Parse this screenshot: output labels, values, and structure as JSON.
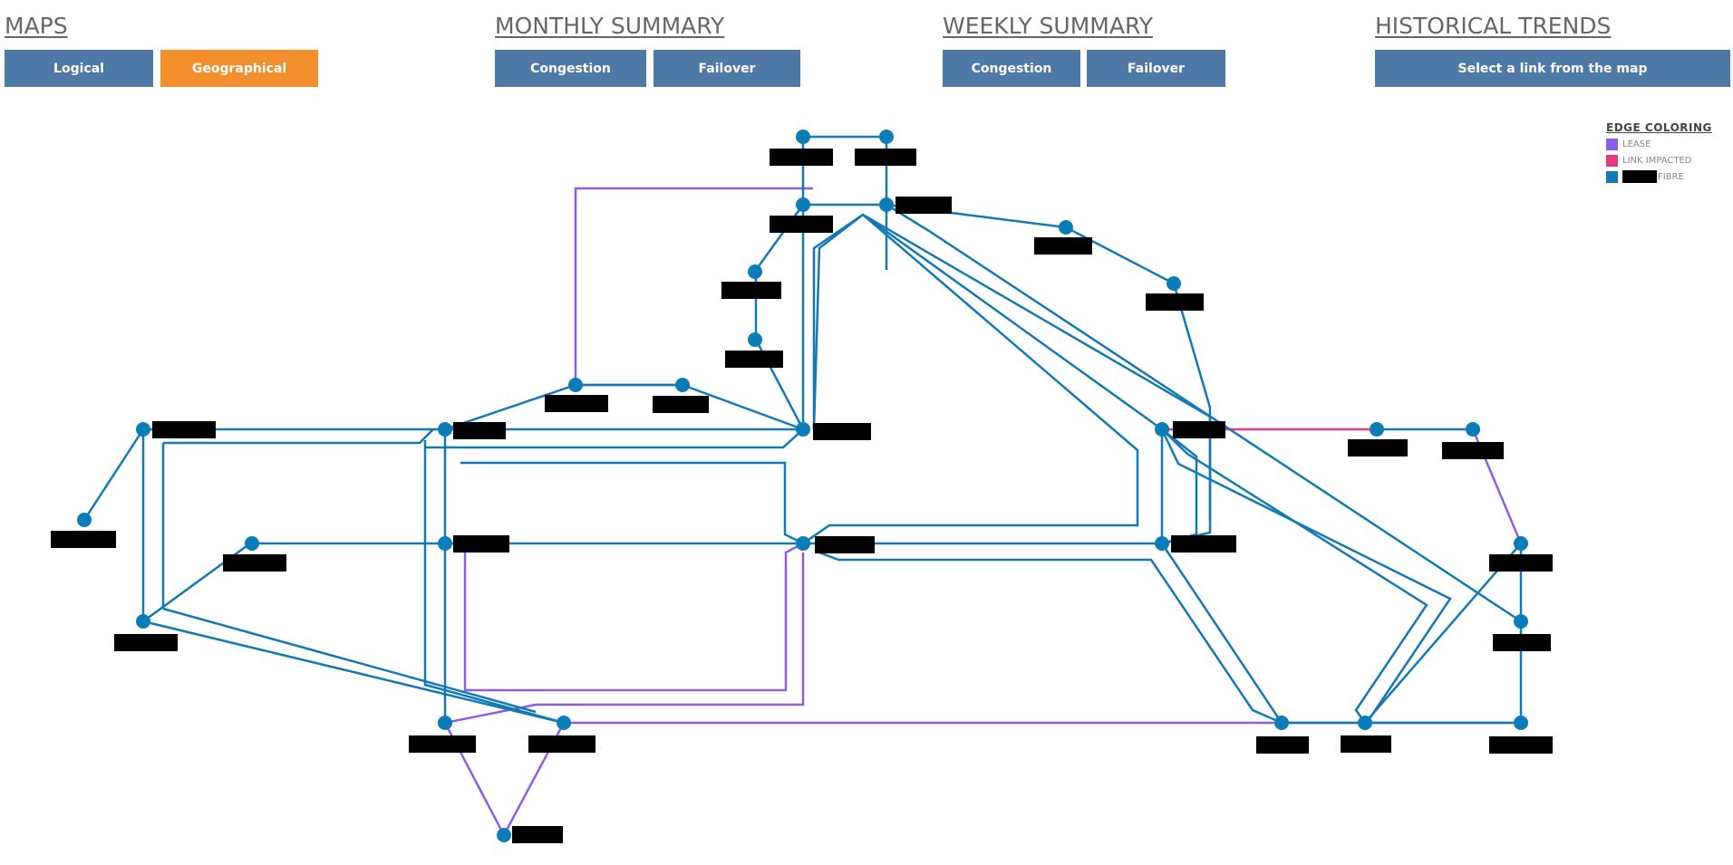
{
  "sections": {
    "maps": {
      "title": "MAPS",
      "buttons": {
        "logical": "Logical",
        "geographical": "Geographical"
      }
    },
    "monthly": {
      "title": "MONTHLY SUMMARY",
      "buttons": {
        "congestion": "Congestion",
        "failover": "Failover"
      }
    },
    "weekly": {
      "title": "WEEKLY SUMMARY",
      "buttons": {
        "congestion": "Congestion",
        "failover": "Failover"
      }
    },
    "historical": {
      "title": "HISTORICAL TRENDS",
      "buttons": {
        "select_link": "Select a link from the map"
      }
    }
  },
  "legend": {
    "title": "EDGE  COLORING",
    "items": [
      {
        "label": "LEASE",
        "color": "#8f5bea"
      },
      {
        "label": "LINK IMPACTED",
        "color": "#e8397f"
      },
      {
        "label": "FIBRE",
        "color": "#1279b4",
        "redacted_prefix": true
      }
    ]
  },
  "colors": {
    "button_blue": "#4e79a7",
    "button_active": "#f28e2b",
    "fibre": "#1279b4",
    "lease": "#8f5bea",
    "impacted": "#e8397f",
    "node": "#0a7db9",
    "redaction": "#000000"
  },
  "map": {
    "node_labels": "redacted (black boxes)"
  }
}
